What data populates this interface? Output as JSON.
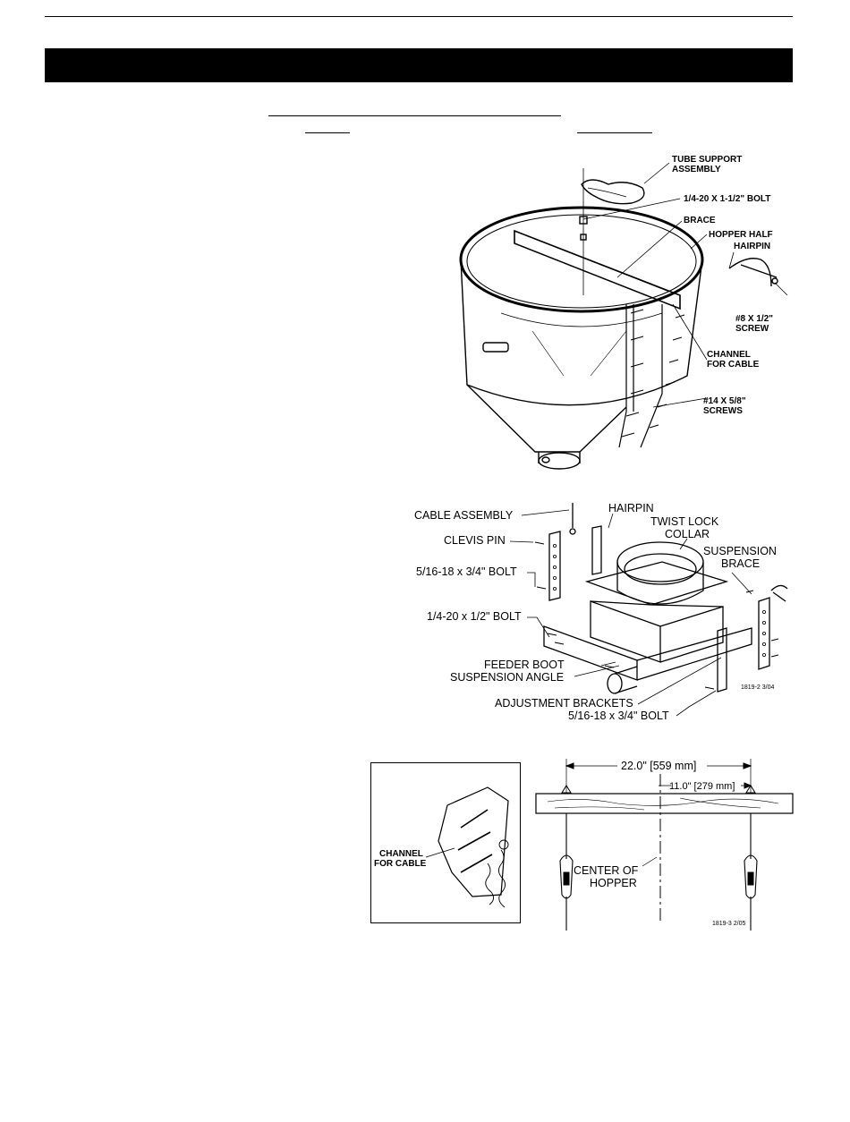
{
  "figure1": {
    "labels": {
      "tube_support_1": "TUBE SUPPORT",
      "tube_support_2": "ASSEMBLY",
      "bolt": "1/4-20 X 1-1/2\" BOLT",
      "brace": "BRACE",
      "hopper_half": "HOPPER HALF",
      "hairpin": "HAIRPIN",
      "screw_1": "#8 X 1/2\"",
      "screw_2": "SCREW",
      "channel_1": "CHANNEL",
      "channel_2": "FOR CABLE",
      "screws14_1": "#14 X 5/8\"",
      "screws14_2": "SCREWS"
    }
  },
  "figure2": {
    "labels": {
      "cable_assembly": "CABLE ASSEMBLY",
      "hairpin": "HAIRPIN",
      "twist_lock_1": "TWIST LOCK",
      "twist_lock_2": "COLLAR",
      "clevis_pin": "CLEVIS PIN",
      "suspension_brace_1": "SUSPENSION",
      "suspension_brace_2": "BRACE",
      "bolt_5_16_top": "5/16-18 x 3/4\" BOLT",
      "bolt_1_4": "1/4-20 x 1/2\" BOLT",
      "feeder_boot": "FEEDER BOOT",
      "suspension_angle": "SUSPENSION ANGLE",
      "adjustment_brackets": "ADJUSTMENT BRACKETS",
      "bolt_5_16_bottom": "5/16-18 x 3/4\" BOLT",
      "fig_id": "1819-2 3/04"
    }
  },
  "figure3": {
    "inset": {
      "channel_1": "CHANNEL",
      "channel_2": "FOR CABLE"
    },
    "dim_full": "22.0\" [559 mm]",
    "dim_half": "11.0\" [279 mm]",
    "center_1": "CENTER OF",
    "center_2": "HOPPER",
    "fig_id": "1819-3 2/05"
  }
}
